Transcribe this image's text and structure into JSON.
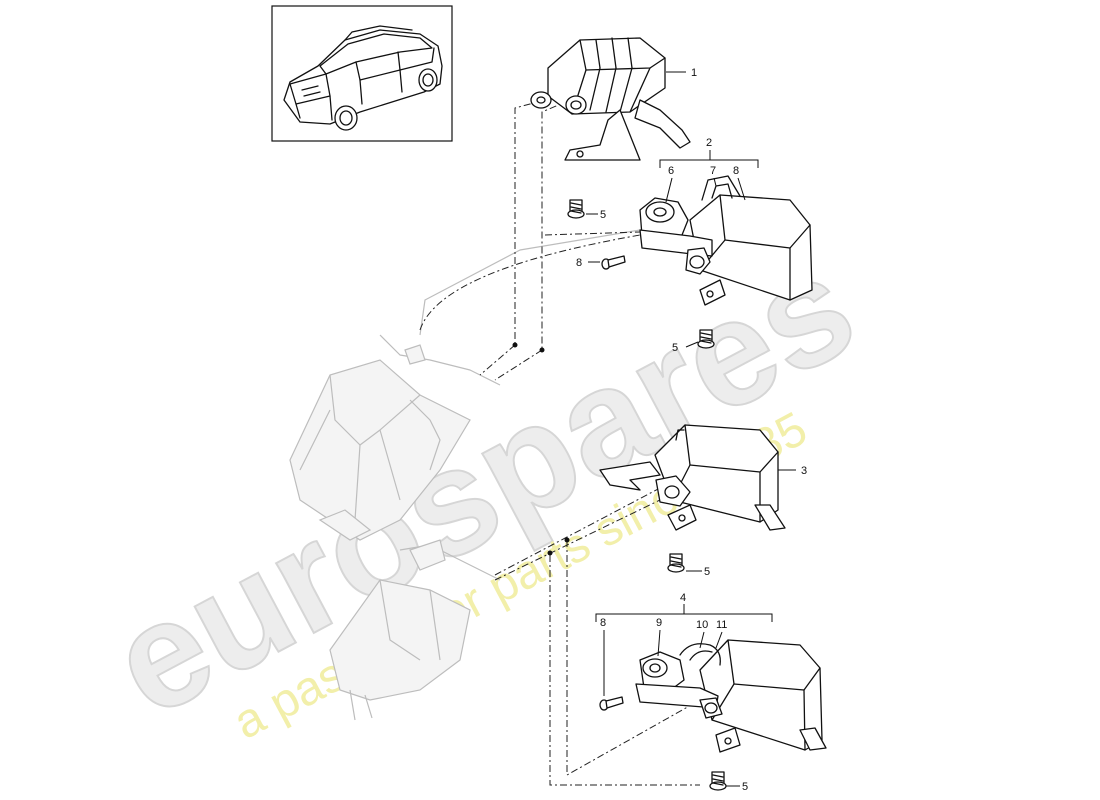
{
  "watermark": {
    "brand": "eurospares",
    "tagline": "a passion for parts since 1985"
  },
  "callouts": {
    "c1": "1",
    "c2": "2",
    "c3": "3",
    "c4": "4",
    "c5a": "5",
    "c5b": "5",
    "c5c": "5",
    "c5d": "5",
    "c6": "6",
    "c7": "7",
    "c8a": "8",
    "c8b": "8",
    "c8c": "8",
    "c9": "9",
    "c10": "10",
    "c11": "11"
  }
}
